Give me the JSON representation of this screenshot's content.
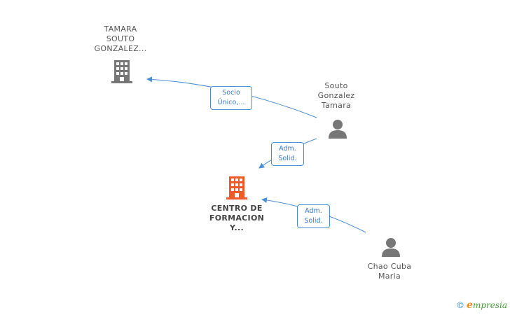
{
  "nodes": {
    "tamara_company": {
      "label": [
        "TAMARA",
        "SOUTO",
        "GONZALEZ..."
      ],
      "icon": "building-icon",
      "color": "#777777"
    },
    "souto_person": {
      "label": [
        "Souto",
        "Gonzalez",
        "Tamara"
      ],
      "icon": "person-icon",
      "color": "#777777"
    },
    "centro": {
      "label": [
        "CENTRO DE",
        "FORMACION",
        "Y..."
      ],
      "icon": "building-icon",
      "color": "#f05a28"
    },
    "chao_person": {
      "label": [
        "Chao Cuba",
        "Maria"
      ],
      "icon": "person-icon",
      "color": "#777777"
    }
  },
  "edges": [
    {
      "from": "souto_person",
      "to": "tamara_company",
      "label": [
        "Socio",
        "Único,..."
      ]
    },
    {
      "from": "souto_person",
      "to": "centro",
      "label": [
        "Adm.",
        "Solid."
      ]
    },
    {
      "from": "chao_person",
      "to": "centro",
      "label": [
        "Adm.",
        "Solid."
      ]
    }
  ],
  "colors": {
    "edge": "#4a8fd6"
  },
  "watermark": {
    "copyright": "©",
    "brand_initial": "e",
    "brand_rest": "mpresia"
  }
}
